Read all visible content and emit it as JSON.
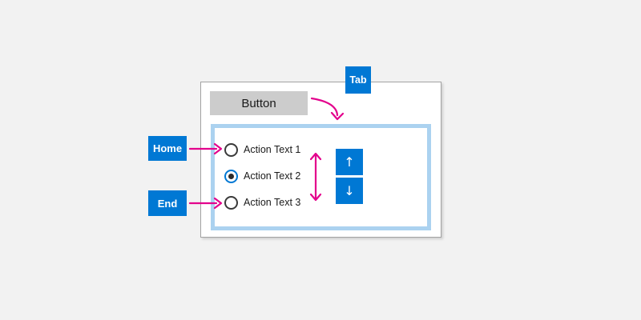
{
  "colors": {
    "background": "#f2f2f2",
    "accent_blue": "#0078d4",
    "magenta": "#e3008c",
    "panel_border_blue": "#abd2f0",
    "button_gray": "#cccccc"
  },
  "window": {
    "button_label": "Button",
    "radio_group": {
      "items": [
        {
          "label": "Action Text 1",
          "selected": false
        },
        {
          "label": "Action Text 2",
          "selected": true
        },
        {
          "label": "Action Text 3",
          "selected": false
        }
      ]
    },
    "spinner": {
      "up_icon": "↑",
      "down_icon": "↓"
    }
  },
  "annotations": {
    "tab_label": "Tab",
    "home_label": "Home",
    "end_label": "End"
  }
}
